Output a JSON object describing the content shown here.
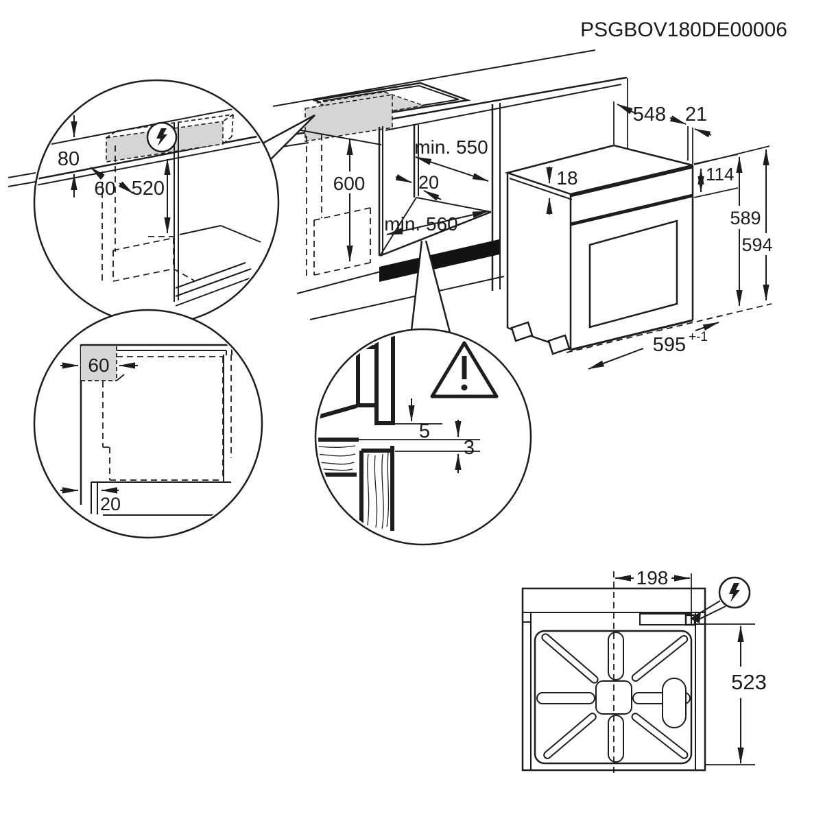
{
  "title": "PSGBOV180DE00006",
  "colors": {
    "line": "#1d1d1b",
    "shade": "#d5d5d5",
    "plinth": "#111111"
  },
  "icons": {
    "electrical_top": "lightning-bolt-circle",
    "electrical_rear": "lightning-bolt-circle",
    "warning": "exclamation-triangle"
  },
  "labels": {
    "electrical_detail": {
      "gap_above": "80",
      "offset_front": "60",
      "height_below": "520"
    },
    "niche": {
      "height": "600",
      "depth_min": "min. 550",
      "rear_gap": "20",
      "width_min": "min. 560"
    },
    "oven": {
      "depth": "548",
      "door_offset": "21",
      "top_panel": "18",
      "control_panel": "114",
      "height_rear": "589",
      "height_front": "594",
      "width": "595",
      "width_tol": "+-1"
    },
    "side_detail": {
      "front_overhang": "60",
      "plinth_recess": "20"
    },
    "gap_detail": {
      "gap_top": "5",
      "gap_bottom": "3"
    },
    "rear_view": {
      "connection_offset": "198",
      "connection_height": "523"
    }
  }
}
